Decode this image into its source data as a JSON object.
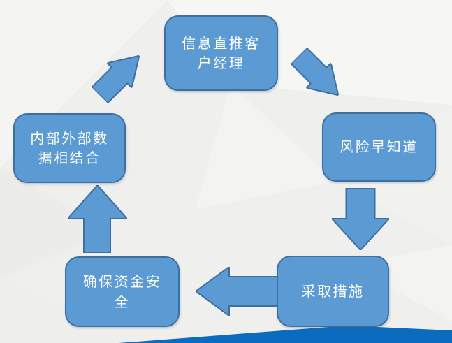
{
  "slide": {
    "background_color": "#efefee",
    "accent_band_color": "#0b6bbe"
  },
  "diagram": {
    "type": "cycle",
    "nodes": [
      {
        "id": "info-push",
        "label": "信息直推客户经理",
        "lines": [
          "信息直推客",
          "户经理"
        ]
      },
      {
        "id": "risk-early",
        "label": "风险早知道",
        "lines": [
          "风险早知道"
        ]
      },
      {
        "id": "measures",
        "label": "采取措施",
        "lines": [
          "采取措施"
        ]
      },
      {
        "id": "fund-safety",
        "label": "确保资金安全",
        "lines": [
          "确保资金安",
          "全"
        ]
      },
      {
        "id": "data-combine",
        "label": "内部外部数据相结合",
        "lines": [
          "内部外部数",
          "据相结合"
        ]
      }
    ],
    "connections": [
      {
        "from": "信息直推客户经理",
        "to": "风险早知道",
        "direction": "down-right"
      },
      {
        "from": "风险早知道",
        "to": "采取措施",
        "direction": "down"
      },
      {
        "from": "采取措施",
        "to": "确保资金安全",
        "direction": "left"
      },
      {
        "from": "确保资金安全",
        "to": "内部外部数据相结合",
        "direction": "up"
      },
      {
        "from": "内部外部数据相结合",
        "to": "信息直推客户经理",
        "direction": "up-right"
      }
    ],
    "colors": {
      "shape_fill": "#5b9ad3",
      "shape_border": "#3f6f9f",
      "text": "#ffffff"
    }
  }
}
